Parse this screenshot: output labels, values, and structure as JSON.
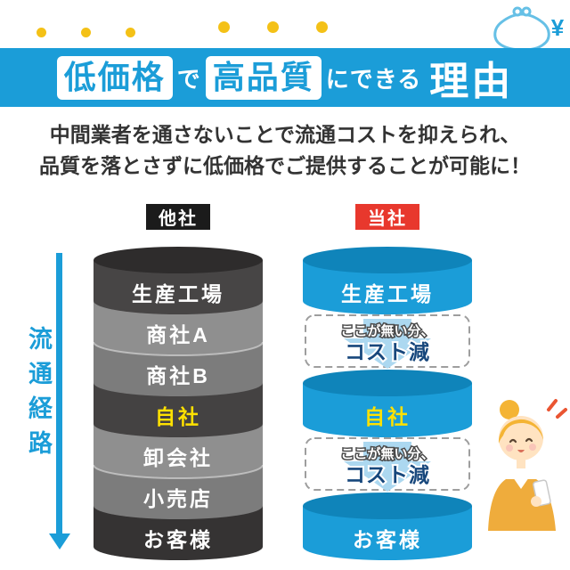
{
  "header": {
    "badge1": "低価格",
    "connector1": "で",
    "badge2": "高品質",
    "connector2": "にできる",
    "emphasis": "理由",
    "yen": "¥"
  },
  "intro": {
    "line1": "中間業者を通さないことで流通コストを抑えられ、",
    "line2": "品質を落とさずに低価格でご提供することが可能に！"
  },
  "comparison": {
    "other_label": "他社",
    "ours_label": "当社",
    "route": "流通経路",
    "other_layers": [
      "生産工場",
      "商社A",
      "商社B",
      "自社",
      "卸会社",
      "小売店",
      "お客様"
    ],
    "our_layers": [
      "生産工場",
      "自社",
      "お客様"
    ],
    "savings_small": "ここが無い分、",
    "savings_main": "コスト減"
  },
  "colors": {
    "accent_blue": "#1B9DD8",
    "dark_gray": "#474545",
    "mid_gray": "#8F8F8F",
    "label_black": "#1B1B1B",
    "label_red": "#E8382D",
    "highlight_yellow": "#FFE100",
    "navy_text": "#17477C",
    "arrow_light_blue": "#ACD8F0",
    "dot_yellow": "#F4C117"
  }
}
